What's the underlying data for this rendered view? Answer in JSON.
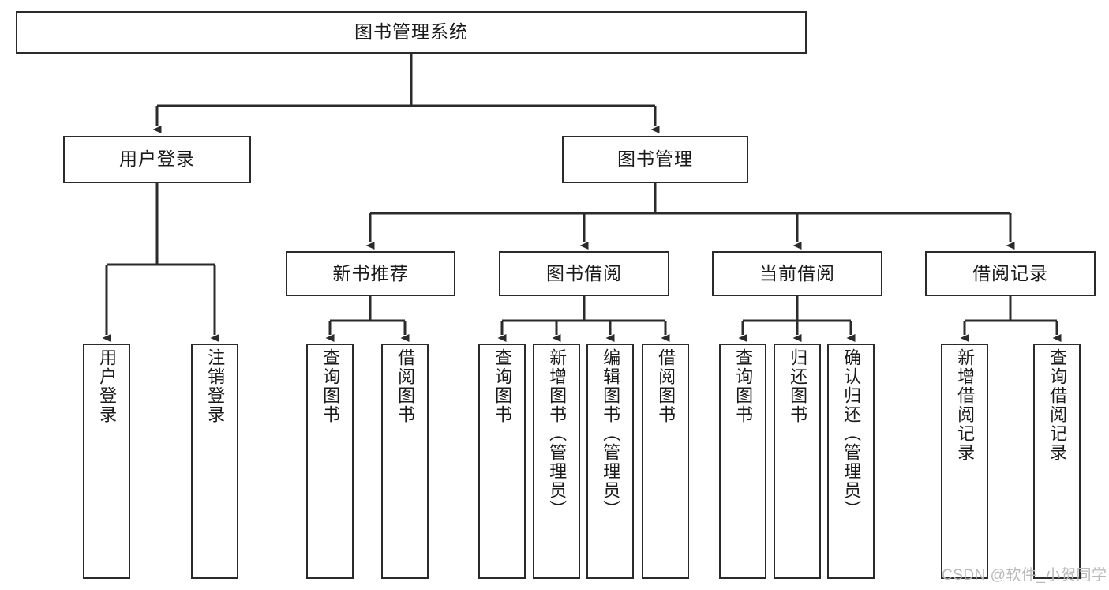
{
  "diagram": {
    "title_node": {
      "label": "图书管理系统"
    },
    "level2": [
      {
        "id": "user-login",
        "label": "用户登录"
      },
      {
        "id": "book-management",
        "label": "图书管理"
      }
    ],
    "level3": [
      {
        "id": "new-book-recommend",
        "label": "新书推荐"
      },
      {
        "id": "book-borrow",
        "label": "图书借阅"
      },
      {
        "id": "current-borrow",
        "label": "当前借阅"
      },
      {
        "id": "borrow-record",
        "label": "借阅记录"
      }
    ],
    "leaves": [
      {
        "id": "leaf-user-login",
        "label": "用户登录"
      },
      {
        "id": "leaf-user-logout",
        "label": "注销登录"
      },
      {
        "id": "leaf-query-book-1",
        "label": "查询图书"
      },
      {
        "id": "leaf-borrow-book-1",
        "label": "借阅图书"
      },
      {
        "id": "leaf-query-book-2",
        "label": "查询图书"
      },
      {
        "id": "leaf-add-book",
        "label": "新增图书（管理员）"
      },
      {
        "id": "leaf-edit-book",
        "label": "编辑图书（管理员）"
      },
      {
        "id": "leaf-borrow-book-2",
        "label": "借阅图书"
      },
      {
        "id": "leaf-query-book-3",
        "label": "查询图书"
      },
      {
        "id": "leaf-return-book",
        "label": "归还图书"
      },
      {
        "id": "leaf-confirm-return",
        "label": "确认归还（管理员）"
      },
      {
        "id": "leaf-add-record",
        "label": "新增借阅记录"
      },
      {
        "id": "leaf-query-record",
        "label": "查询借阅记录"
      }
    ]
  },
  "watermark": {
    "text": "CSDN @软件_小贺同学"
  },
  "colors": {
    "stroke": "#2b2b2b",
    "background": "#ffffff",
    "text": "#1a1a1a",
    "watermark": "#b9b9b9"
  }
}
